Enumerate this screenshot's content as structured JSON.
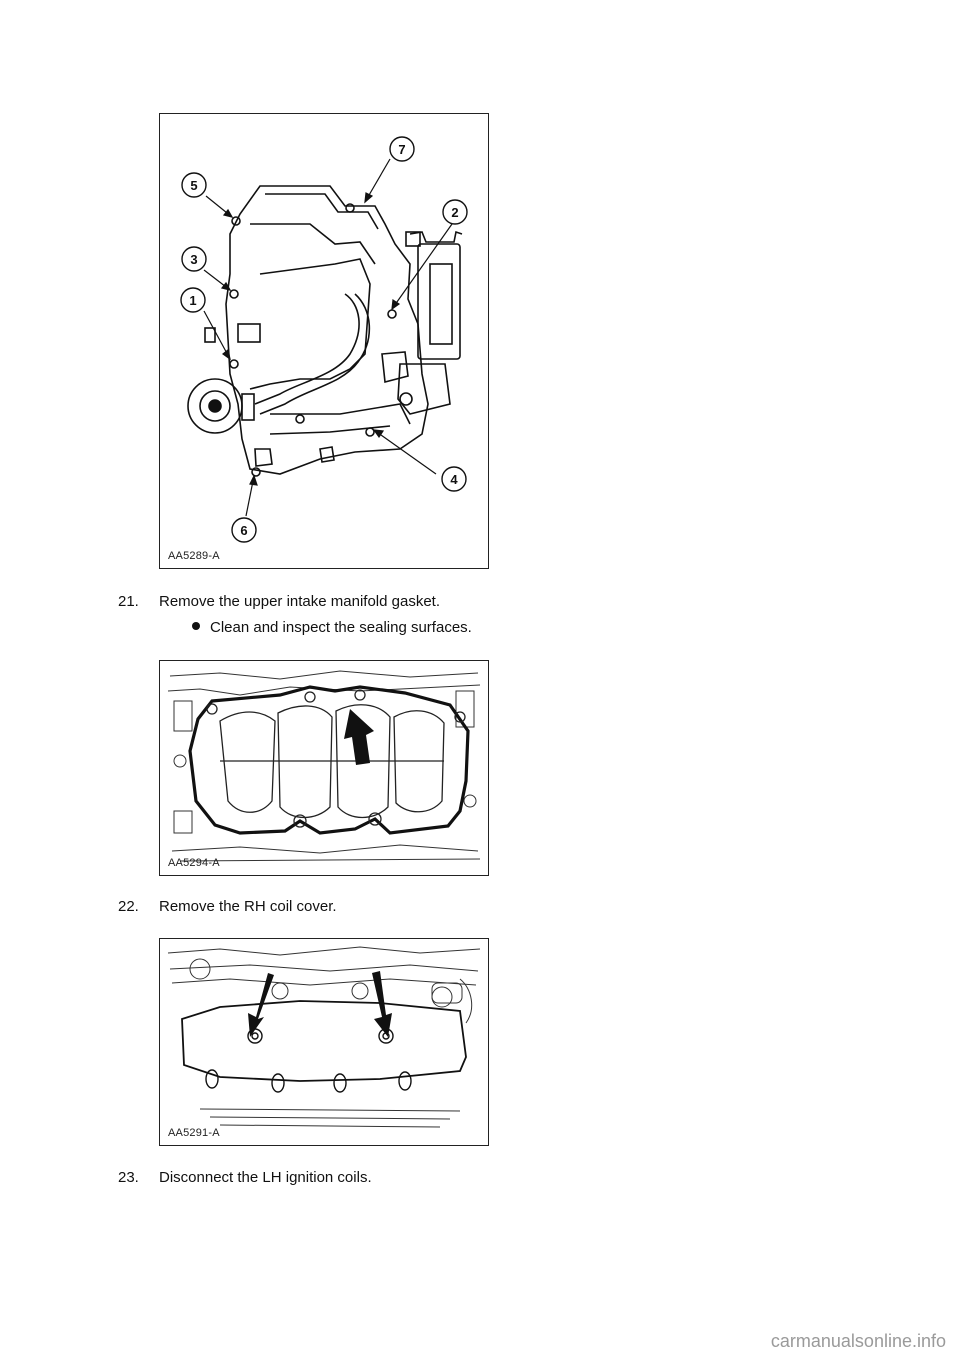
{
  "figures": {
    "fig1": {
      "label": "AA5289-A",
      "callouts": [
        "1",
        "2",
        "3",
        "4",
        "5",
        "6",
        "7"
      ]
    },
    "fig2": {
      "label": "AA5294-A"
    },
    "fig3": {
      "label": "AA5291-A"
    }
  },
  "steps": [
    {
      "number": "21.",
      "text": "Remove the upper intake manifold gasket."
    },
    {
      "number": "22.",
      "text": "Remove the RH coil cover."
    },
    {
      "number": "23.",
      "text": "Disconnect the LH ignition coils."
    }
  ],
  "bullets": [
    {
      "text": "Clean and inspect the sealing surfaces."
    }
  ],
  "watermark": "carmanualsonline.info"
}
